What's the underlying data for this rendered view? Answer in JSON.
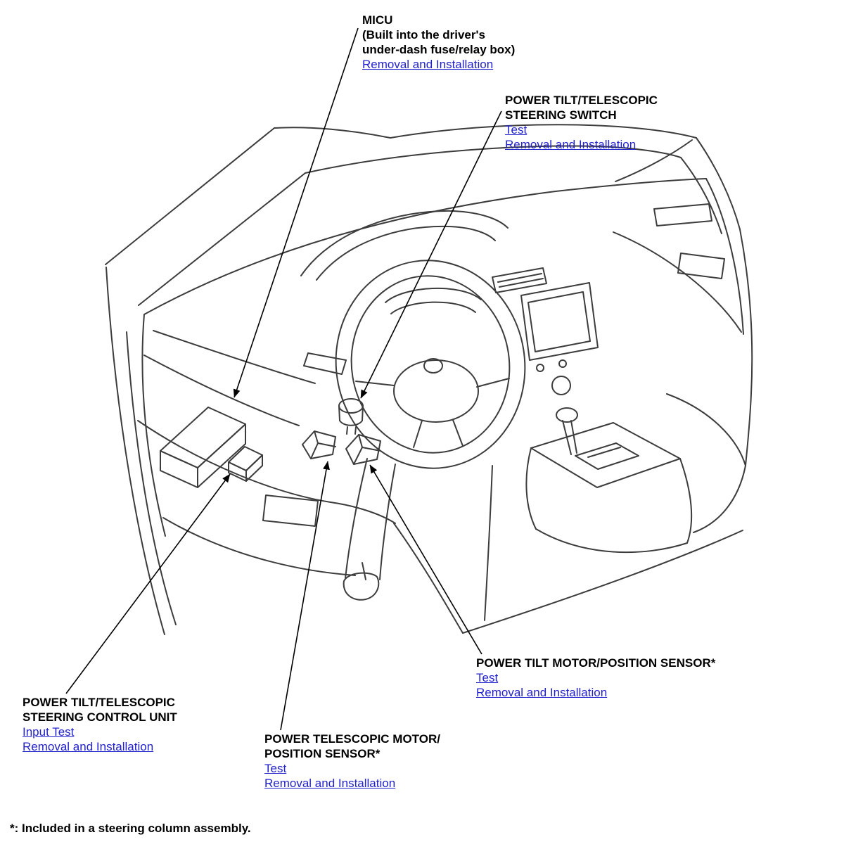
{
  "page": {
    "footnote": "*: Included in a steering column assembly."
  },
  "colors": {
    "link": "#2222cc",
    "text": "#000000",
    "art_line": "#3c3c3c",
    "leader_line": "#000000",
    "background": "#ffffff"
  },
  "callouts": {
    "micu": {
      "title_lines": [
        "MICU",
        "(Built into the driver's",
        "under-dash fuse/relay box)"
      ],
      "links": [
        "Removal and Installation"
      ]
    },
    "steering_switch": {
      "title_lines": [
        "POWER TILT/TELESCOPIC",
        "STEERING SWITCH"
      ],
      "links": [
        "Test",
        "Removal and Installation"
      ]
    },
    "tilt_motor": {
      "title_lines": [
        "POWER TILT MOTOR/POSITION SENSOR*"
      ],
      "links": [
        "Test",
        "Removal and Installation"
      ]
    },
    "telescopic_motor": {
      "title_lines": [
        "POWER TELESCOPIC MOTOR/",
        "POSITION SENSOR*"
      ],
      "links": [
        "Test",
        "Removal and Installation"
      ]
    },
    "control_unit": {
      "title_lines": [
        "POWER TILT/TELESCOPIC",
        "STEERING CONTROL UNIT"
      ],
      "links": [
        "Input Test",
        "Removal and Installation"
      ]
    }
  }
}
